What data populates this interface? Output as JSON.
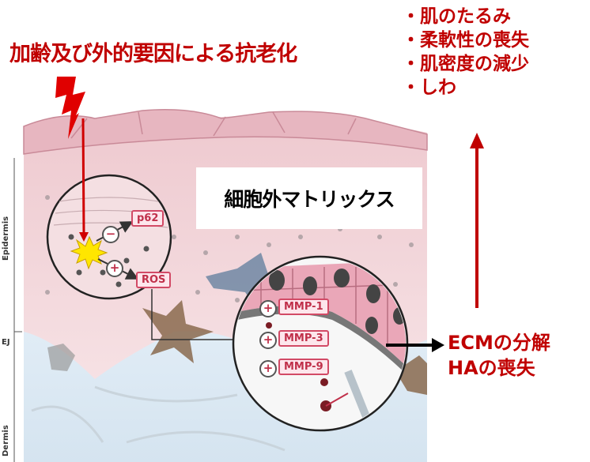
{
  "title": "加齢及び外的要因による抗老化",
  "effects": [
    "・肌のたるみ",
    "・柔軟性の喪失",
    "・肌密度の減少",
    "・しわ"
  ],
  "callout": "細胞外マトリックス",
  "outcome": [
    "ECMの分解",
    "HAの喪失"
  ],
  "layers": {
    "epidermis": "Epidermis",
    "ej": "EJ",
    "dermis": "Dermis"
  },
  "markers": {
    "p62": "p62",
    "ros": "ROS",
    "mmp1": "MMP-1",
    "mmp3": "MMP-3",
    "mmp9": "MMP-9"
  },
  "signs": {
    "minus": "−",
    "plus": "+"
  },
  "colors": {
    "accent": "#c00000",
    "epidermis": "#f3d4d8",
    "dermis": "#dbe9f4"
  }
}
